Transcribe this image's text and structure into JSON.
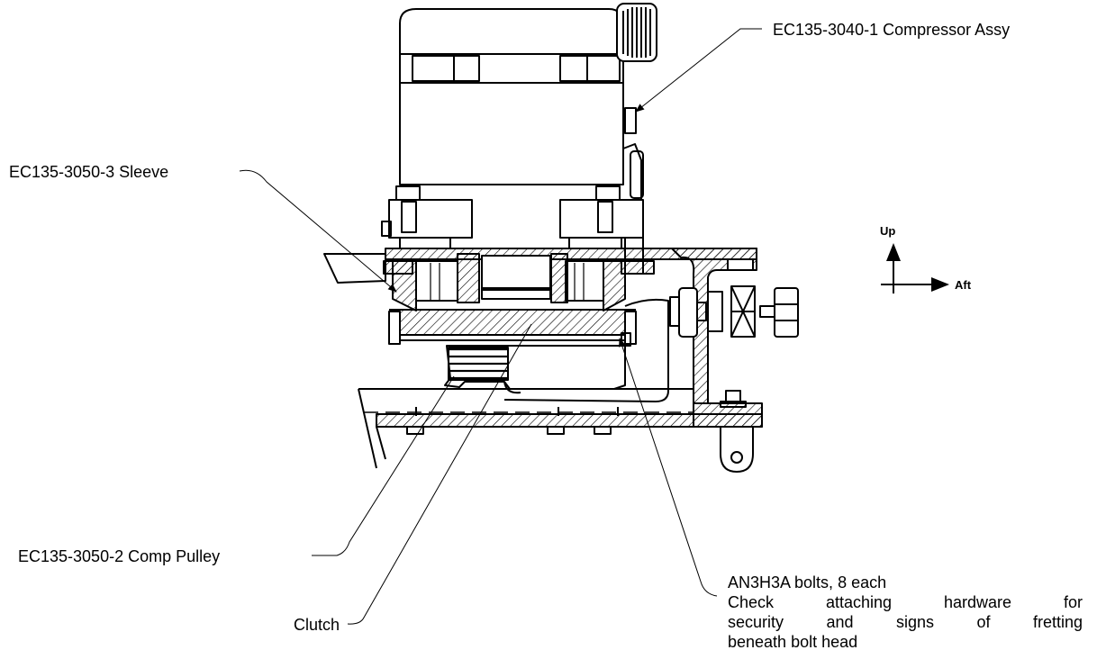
{
  "labels": {
    "compressor": "EC135-3040-1 Compressor Assy",
    "sleeve": "EC135-3050-3 Sleeve",
    "pulley": "EC135-3050-2 Comp Pulley",
    "clutch": "Clutch"
  },
  "bolts_note": {
    "line1": "AN3H3A bolts, 8 each",
    "line2": "Check attaching hardware for",
    "line3": "security and signs of fretting",
    "line4": "beneath bolt head"
  },
  "orientation": {
    "up": "Up",
    "aft": "Aft"
  }
}
